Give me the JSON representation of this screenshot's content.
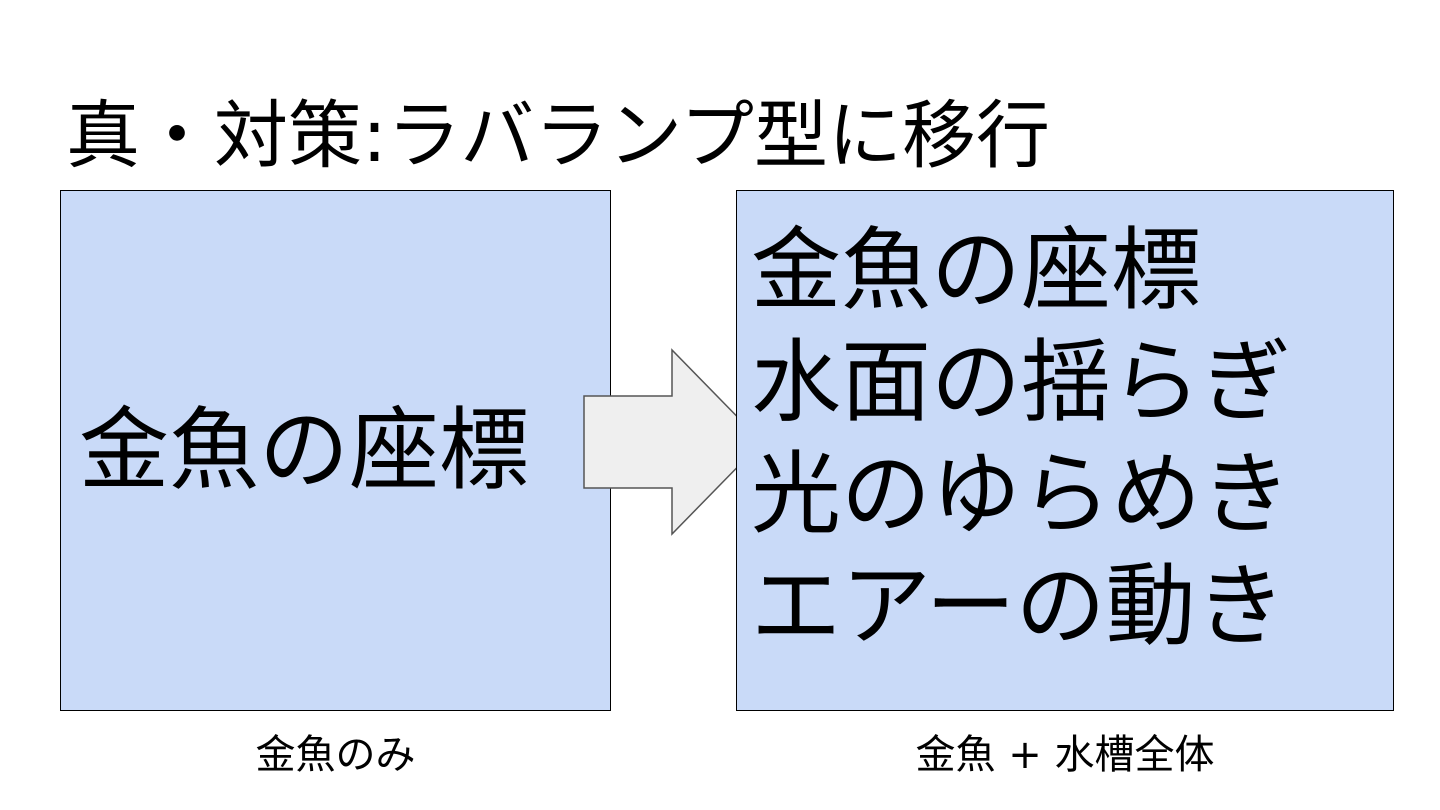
{
  "title": "真・対策:ラバランプ型に移行",
  "left_box": {
    "text": "金魚の座標",
    "caption": "金魚のみ"
  },
  "right_box": {
    "items": [
      {
        "label": "金魚の座標"
      },
      {
        "label": "水面の揺らぎ"
      },
      {
        "label": "光のゆらめき"
      },
      {
        "label": "エアーの動き"
      }
    ],
    "caption": "金魚 + 水槽全体"
  },
  "colors": {
    "box_fill": "#c9daf8",
    "arrow_fill": "#efefef",
    "border": "#000000"
  },
  "icons": {
    "arrow": "right-arrow-icon"
  }
}
